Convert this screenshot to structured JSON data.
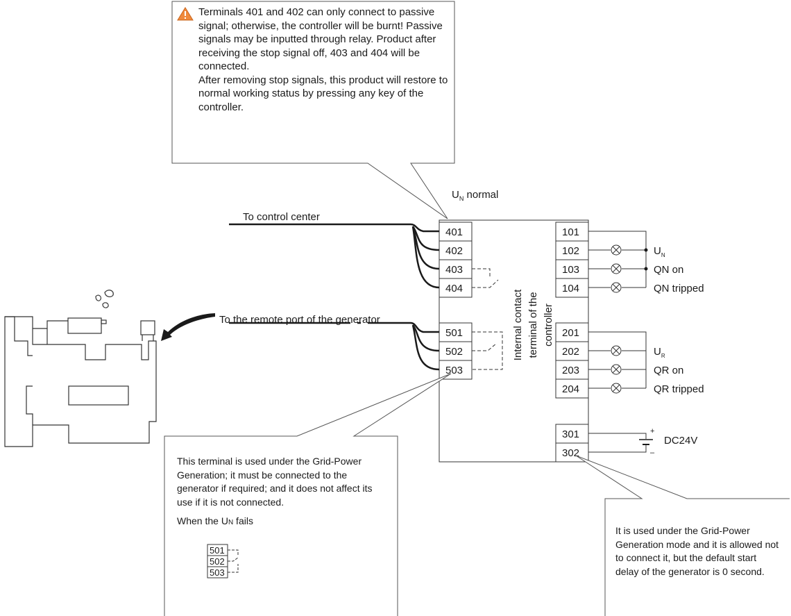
{
  "warning_note": {
    "icon": "warning-triangle-icon",
    "icon_color": "#f08a3c",
    "text1": "Terminals 401 and 402 can only connect to passive signal; otherwise, the controller will be burnt! Passive signals may be inputted through relay.  Product after receiving the stop signal off, 403 and 404 will be connected.",
    "text2": "After removing stop signals, this product will restore to normal working status by pressing any key of the controller."
  },
  "header_label_main": "U",
  "header_label_sub": "N",
  "header_label_rest": " normal",
  "left_terminals": [
    "401",
    "402",
    "403",
    "404",
    "501",
    "502",
    "503"
  ],
  "right_terminals": [
    "101",
    "102",
    "103",
    "104",
    "201",
    "202",
    "203",
    "204",
    "301",
    "302"
  ],
  "controller_label": [
    "Internal contact",
    "terminal of the",
    "controller"
  ],
  "control_center_label": "To control center",
  "generator_label": "To the remote port of the generator",
  "group1_outputs": {
    "un_main": "U",
    "un_sub": "N",
    "qn_on": "QN on",
    "qn_tripped": "QN tripped"
  },
  "group2_outputs": {
    "ur_main": "U",
    "ur_sub": "R",
    "qr_on": "QR on",
    "qr_tripped": "QR tripped"
  },
  "power": {
    "plus": "+",
    "minus": "–",
    "label": "DC24V"
  },
  "terminal_note": {
    "text": "This terminal is used under the Grid-Power Generation; it must be connected to the generator if required; and it does not affect its use if it is not connected.",
    "fail_prefix": "When the U",
    "fail_sub": "N",
    "fail_suffix": " fails",
    "mini_terminals": [
      "501",
      "502",
      "503"
    ]
  },
  "power_note": {
    "text": "It is used under the Grid-Power Generation mode and it is allowed not to connect it, but the default start delay of the generator is 0 second."
  }
}
